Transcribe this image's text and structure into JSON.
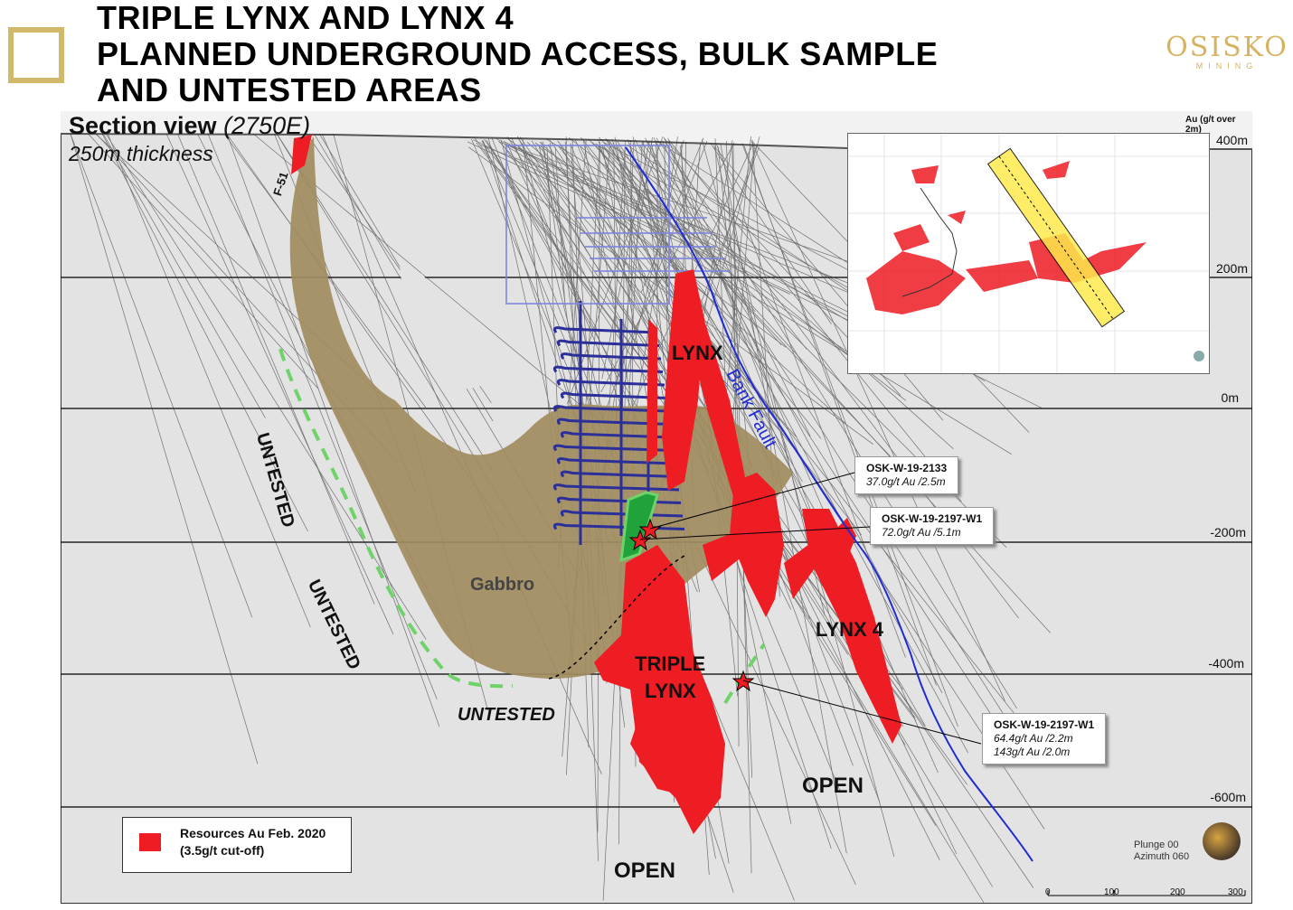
{
  "header": {
    "title_line1": "TRIPLE LYNX AND LYNX 4",
    "title_line2": "PLANNED UNDERGROUND ACCESS, BULK SAMPLE",
    "title_line3": "AND UNTESTED AREAS",
    "logo_main": "OSISKO",
    "logo_sub": "MINING"
  },
  "section": {
    "view_label": "Section view",
    "view_coord": "(2750E)",
    "thickness": "250m thickness",
    "au_label": "Au (g/t over 2m)"
  },
  "levels": [
    "400m",
    "200m",
    "0m",
    "-200m",
    "-400m",
    "-600m"
  ],
  "labels": {
    "fault_f51": "F-51",
    "bank_fault": "Bank Fault",
    "lynx": "LYNX",
    "lynx4": "LYNX 4",
    "triple_lynx_1": "TRIPLE",
    "triple_lynx_2": "LYNX",
    "gabbro": "Gabbro",
    "untested_1": "UNTESTED",
    "untested_2": "UNTESTED",
    "untested_3": "UNTESTED",
    "open_1": "OPEN",
    "open_2": "OPEN"
  },
  "callouts": [
    {
      "hole": "OSK-W-19-2133",
      "lines": [
        "37.0g/t Au /2.5m"
      ]
    },
    {
      "hole": "OSK-W-19-2197-W1",
      "lines": [
        "72.0g/t Au /5.1m"
      ]
    },
    {
      "hole": "OSK-W-19-2197-W1",
      "lines": [
        "64.4g/t Au /2.2m",
        "143g/t Au /2.0m"
      ]
    }
  ],
  "legend": {
    "line1": "Resources Au Feb. 2020",
    "line2": "(3.5g/t cut-off)",
    "color": "#ee1c23"
  },
  "orientation": {
    "plunge": "Plunge 00",
    "azimuth": "Azimuth 060"
  },
  "scale_bar": [
    "0",
    "100",
    "200",
    "300"
  ],
  "colors": {
    "resources": "#ee1c23",
    "gabbro": "#a28c5e",
    "bank_fault": "#1f2bd6",
    "untested": "#6fd36a",
    "workings": "#2b2f9a",
    "title_accent": "#d2b96a"
  }
}
